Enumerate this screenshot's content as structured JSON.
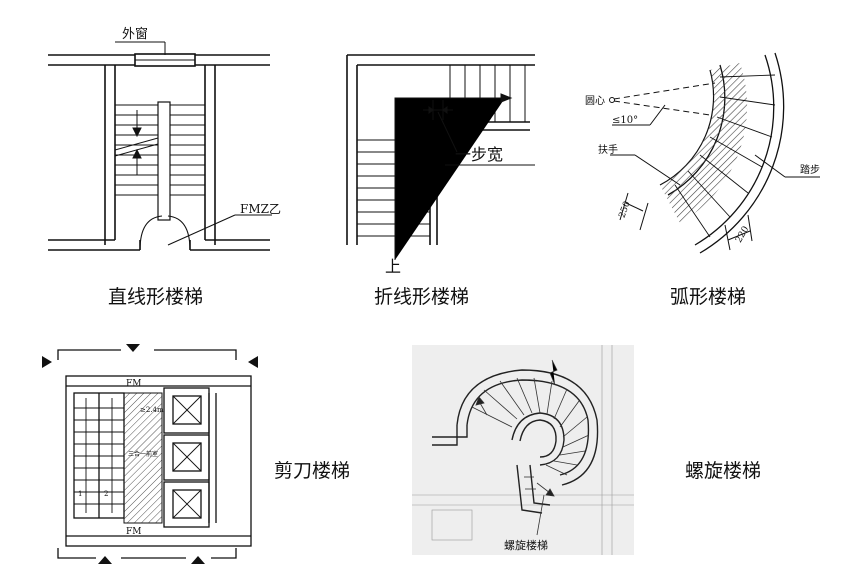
{
  "panels": [
    {
      "caption": "直线形楼梯",
      "labels": {
        "window": "外窗",
        "door": "FMZ乙"
      }
    },
    {
      "caption": "折线形楼梯",
      "labels": {
        "step_width": "一步宽",
        "up": "上"
      }
    },
    {
      "caption": "弧形楼梯",
      "labels": {
        "center": "圆心",
        "angle": "≤10°",
        "handrail": "扶手",
        "tread": "踏步",
        "dim_250": "250",
        "dim_220": "220"
      }
    },
    {
      "caption": "剪刀楼梯",
      "labels": {
        "fm_top": "FM",
        "fm_bottom": "FM",
        "width": "≥2.4m",
        "anteroom": "三合一前室",
        "step_1": "1",
        "step_2": "2"
      }
    },
    {
      "caption": "螺旋楼梯",
      "labels": {
        "photo_caption": "螺旋楼梯"
      }
    }
  ],
  "colors": {
    "line": "#111111",
    "photo_bg": "#eeeeee",
    "hatch": "#444444"
  }
}
